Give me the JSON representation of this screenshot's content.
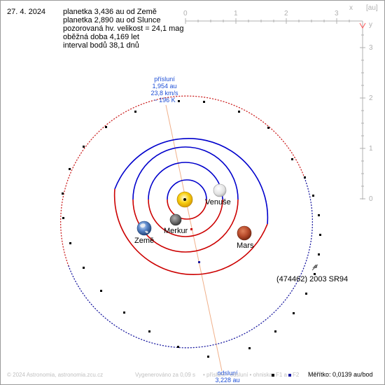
{
  "date": "27. 4. 2024",
  "info_lines": [
    "planetka 3,436 au od Země",
    "planetka 2,890 au od Slunce",
    "pozorovaná hv. velikost = 24,1 mag",
    "oběžná doba 4,169 let",
    "interval bodů 38,1 dnů"
  ],
  "axis": {
    "unit_label": "[au]",
    "x_axis_letter": "x",
    "y_axis_letter": "y",
    "x_ticks": [
      "0",
      "1",
      "2",
      "3"
    ],
    "y_ticks": [
      "3",
      "2",
      "1",
      "0"
    ]
  },
  "perihelion": {
    "title": "přísluní",
    "distance": "1,954 au",
    "speed": "23,8 km/s",
    "temperature": "~ 196 K"
  },
  "aphelion": {
    "title": "odsluní",
    "distance": "3,228 au"
  },
  "bodies": {
    "venus": "Venuše",
    "mercury": "Merkur",
    "earth": "Země",
    "mars": "Mars",
    "asteroid": "(474462) 2003 SR94"
  },
  "footer": {
    "copyright": "© 2024 Astronomia, astronomia.zcu.cz",
    "generated": "Vygenerováno za 0,09 s",
    "legend_mid": "• přísluní  • odsluní  • ohniska",
    "f1": "F1 a",
    "f2": "F2",
    "scale": "Měřítko: 0,0139 au/bod"
  },
  "colors": {
    "orbit_above": "#0000cc",
    "orbit_below": "#cc0000",
    "asteroid_above": "#1a1aa0",
    "asteroid_below": "#cc2222",
    "apsis_line": "#f0b08a",
    "perihelion_text": "#1e4fd6",
    "axis_gray": "#b0b0b0",
    "sun": "#f6c800",
    "mars": "#b5492a"
  }
}
